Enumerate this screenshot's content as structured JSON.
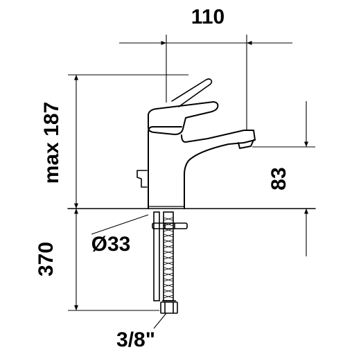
{
  "dimensions": {
    "width_top": "110",
    "height_max": "max 187",
    "spout_height": "83",
    "below_deck": "370",
    "diameter": "Ø33",
    "connection": "3/8\""
  },
  "colors": {
    "line": "#000000",
    "background": "#ffffff"
  }
}
